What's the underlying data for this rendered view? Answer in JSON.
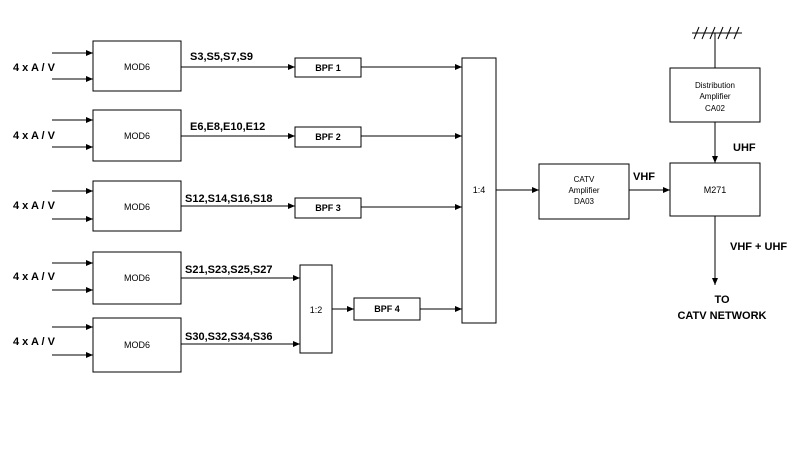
{
  "inputs": [
    "4 x A / V",
    "4 x A / V",
    "4 x A / V",
    "4 x A / V",
    "4 x A / V"
  ],
  "modulators": [
    "MOD6",
    "MOD6",
    "MOD6",
    "MOD6",
    "MOD6"
  ],
  "channel_groups": [
    "S3,S5,S7,S9",
    "E6,E8,E10,E12",
    "S12,S14,S16,S18",
    "S21,S23,S25,S27",
    "S30,S32,S34,S36"
  ],
  "filters": [
    "BPF 1",
    "BPF 2",
    "BPF 3",
    "BPF 4"
  ],
  "combiner_small": "1:2",
  "combiner_large": "1:4",
  "catv_amplifier": [
    "CATV",
    "Amplifier",
    "DA03"
  ],
  "vhf_label": "VHF",
  "distribution_amplifier": [
    "Distribution",
    "Amplifier",
    "CA02"
  ],
  "uhf_label": "UHF",
  "mixer": "M271",
  "output_label": "VHF + UHF",
  "destination": [
    "TO",
    "CATV NETWORK"
  ]
}
